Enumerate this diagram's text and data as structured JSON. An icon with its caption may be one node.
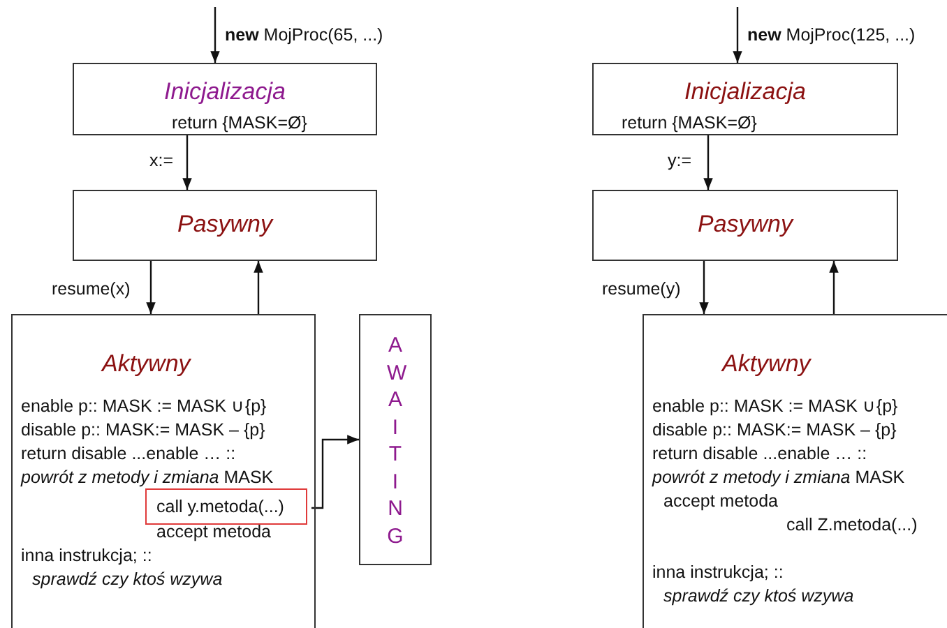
{
  "diagram": {
    "nodes": [
      {
        "text": [
          "Inicjalizacja",
          "return {MASK=Ø}"
        ]
      },
      {
        "text": [
          "Pasywny"
        ]
      },
      {
        "text": [
          "Aktywny",
          "enable p:: MASK := MASK ∪{p}",
          "disable p:: MASK:= MASK – {p}",
          "return disable ...enable … ::",
          "*powrót z metody i zmiana* MASK",
          "accept metoda",
          "inna instrukcja; ::",
          "sprawdź czy ktoś wzywa"
        ]
      },
      {
        "text": [
          "call y.metoda(...)"
        ],
        "in": 2
      },
      {
        "text": [
          "AWAITING"
        ]
      },
      {
        "text": [
          "Inicjalizacja",
          "return {MASK=Ø}"
        ]
      },
      {
        "text": [
          "Pasywny"
        ]
      },
      {
        "text": [
          "Aktywny",
          "enable p:: MASK := MASK ∪{p}",
          "disable p:: MASK:= MASK – {p}",
          "return disable ...enable … ::",
          "*powrót z metody i zmiana* MASK",
          "accept metoda",
          "call Z.metoda(...)",
          "inna instrukcja; ::",
          "sprawdź czy ktoś wzywa"
        ]
      }
    ],
    "edges": [
      {
        "from": null,
        "to": 0,
        "arrow": "to",
        "label": "**new** MojProc(65, ...)"
      },
      {
        "from": 0,
        "to": 1,
        "arrow": "to",
        "label": "x:="
      },
      {
        "from": 1,
        "to": 2,
        "arrow": "to",
        "label": "resume(x)"
      },
      {
        "from": 2,
        "to": 1,
        "arrow": "to"
      },
      {
        "from": 3,
        "to": 4,
        "arrow": "to"
      },
      {
        "from": null,
        "to": 5,
        "arrow": "to",
        "label": "**new** MojProc(125, ...)"
      },
      {
        "from": 5,
        "to": 6,
        "arrow": "to",
        "label": "y:="
      },
      {
        "from": 6,
        "to": 7,
        "arrow": "to",
        "label": "resume(y)"
      },
      {
        "from": 7,
        "to": 6,
        "arrow": "to"
      }
    ]
  }
}
